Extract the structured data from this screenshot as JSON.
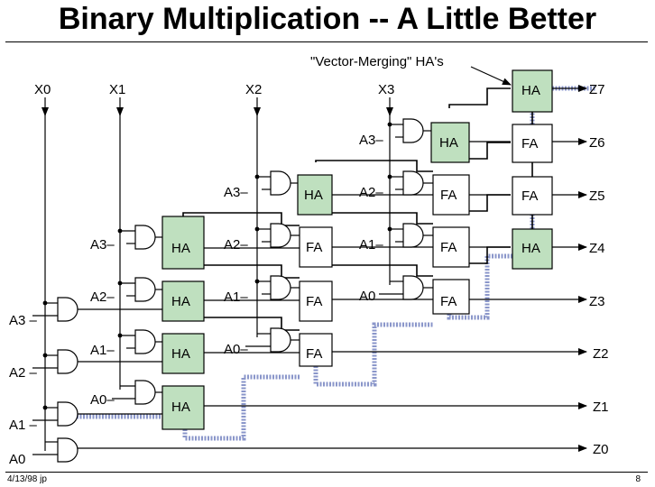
{
  "title": "Binary Multiplication -- A Little Better",
  "annotation": "\"Vector-Merging\" HA's",
  "inputs_x": [
    "X0",
    "X1",
    "X2",
    "X3"
  ],
  "outputs": [
    "Z7",
    "Z6",
    "Z5",
    "Z4",
    "Z3",
    "Z2",
    "Z1",
    "Z0"
  ],
  "cell_labels": {
    "ha": "HA",
    "fa": "FA"
  },
  "a_labels": {
    "col0": [
      "A3 –",
      "A2 –",
      "A1 –",
      "A0"
    ],
    "col1": [
      "A3–",
      "A2–",
      "A1–",
      "A0–"
    ],
    "col2": [
      "A3–",
      "A2–",
      "A1–",
      "A0–"
    ],
    "col3": [
      "A3–",
      "A2–",
      "A1–",
      "A0"
    ]
  },
  "footer": {
    "date": "4/13/98 jp",
    "page": "8"
  },
  "colors": {
    "ha_fill": "#bfe0bf",
    "critical_path": "#8a96ca"
  }
}
